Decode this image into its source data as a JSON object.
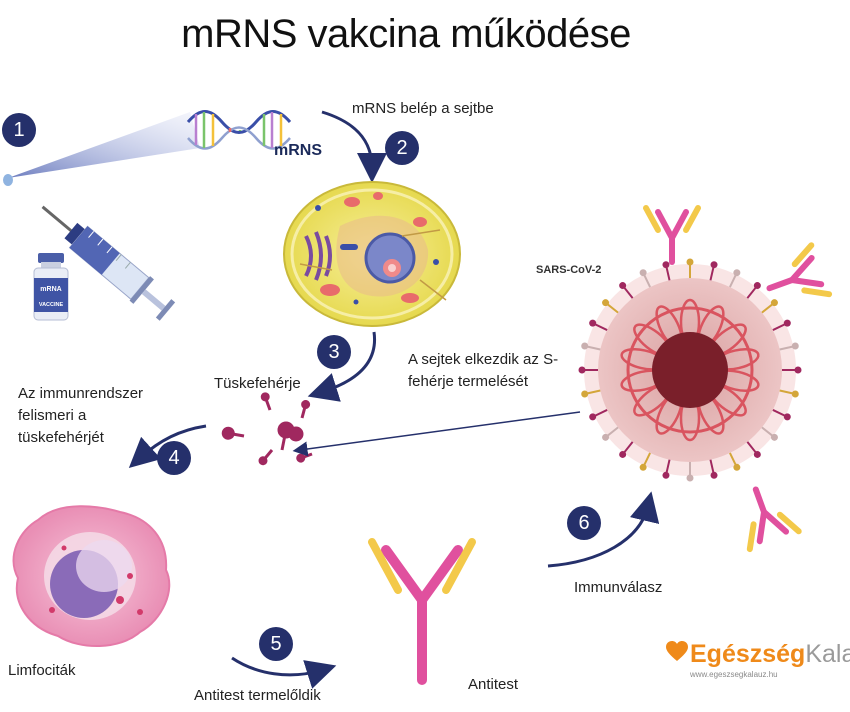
{
  "title": "mRNS vakcina működése",
  "labels": {
    "mrna": "mRNS",
    "mrna_enters": "mRNS belép a sejtbe",
    "spike_protein": "Tüskefehérje",
    "cells_start": "A sejtek elkezdik az S-fehérje termelését",
    "immune_recognizes": "Az immunrendszer felismeri a tüskefehérjét",
    "lymphocytes": "Limfociták",
    "antibody_production": "Antitest termelőldik",
    "antibody": "Antitest",
    "immune_response": "Immunválasz",
    "virus": "SARS-CoV-2"
  },
  "vial": {
    "top": "mRNA",
    "bottom": "VACCINE"
  },
  "steps": [
    "1",
    "2",
    "3",
    "4",
    "5",
    "6"
  ],
  "brand": {
    "part1": "Egészség",
    "part2": "Kalauz",
    "url": "www.egeszsegkalauz.hu"
  },
  "colors": {
    "badge": "#25306b",
    "arrow": "#25306b",
    "cell": "#efe26a",
    "virus": "#e8b4b4",
    "antibody_pink": "#e0509e",
    "antibody_yellow": "#f3c94a",
    "brand_orange": "#ef8a1a"
  }
}
